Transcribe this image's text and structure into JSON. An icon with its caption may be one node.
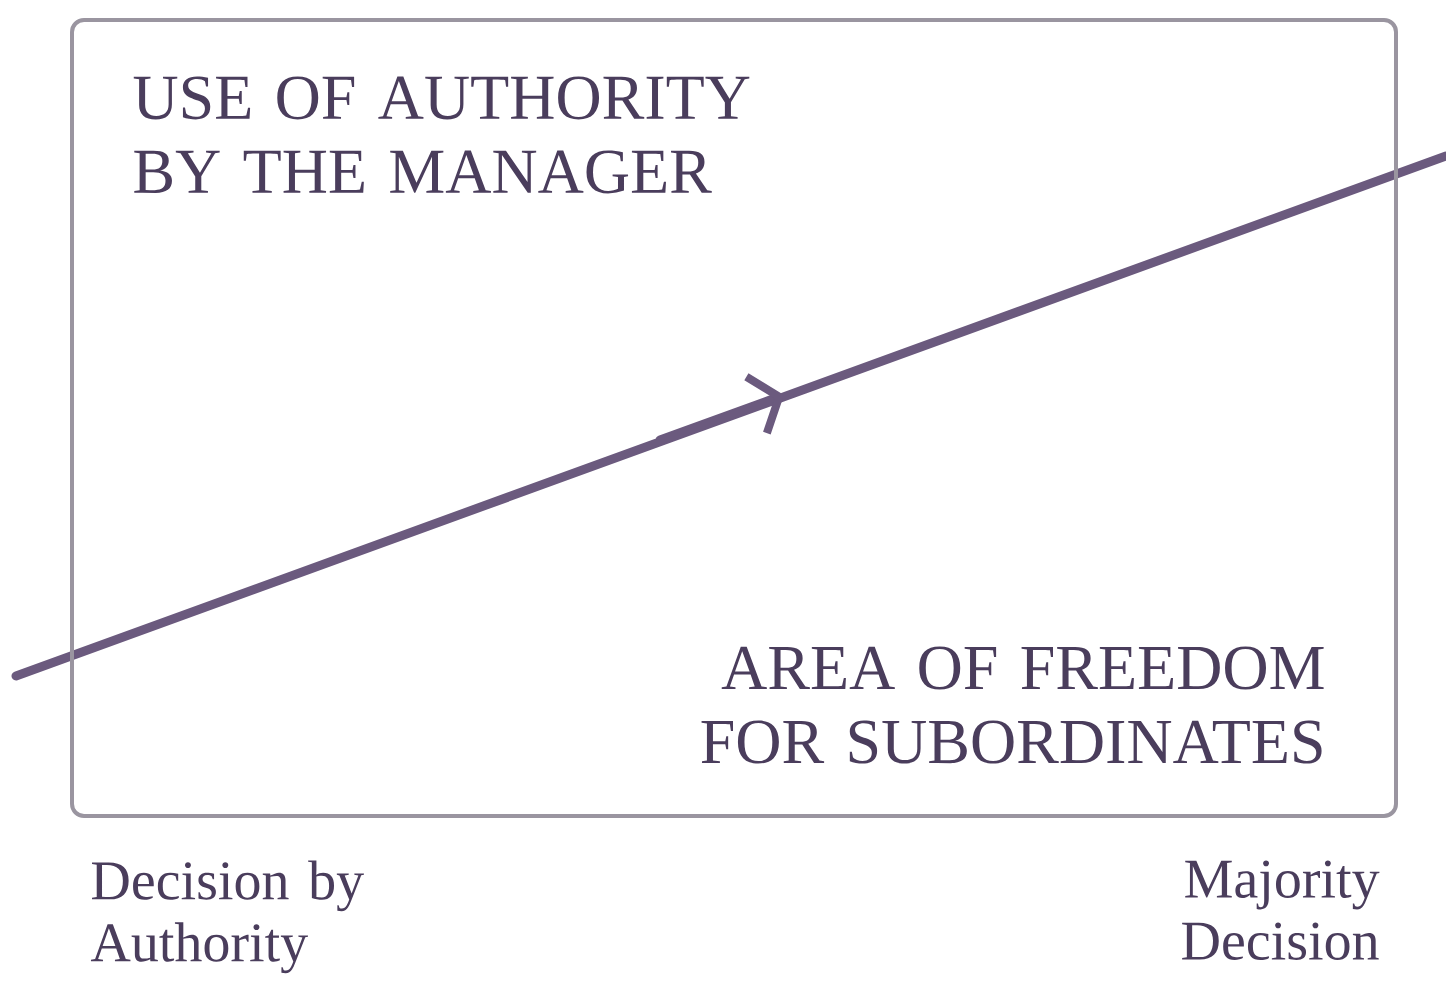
{
  "diagram": {
    "nodes": [
      {
        "text": [
          "USE OF AUTHORITY BY THE MANAGER",
          "AREA OF FREEDOM FOR SUBORDINATES"
        ]
      }
    ],
    "labels": [
      "Decision by Authority",
      "Majority Decision"
    ]
  }
}
